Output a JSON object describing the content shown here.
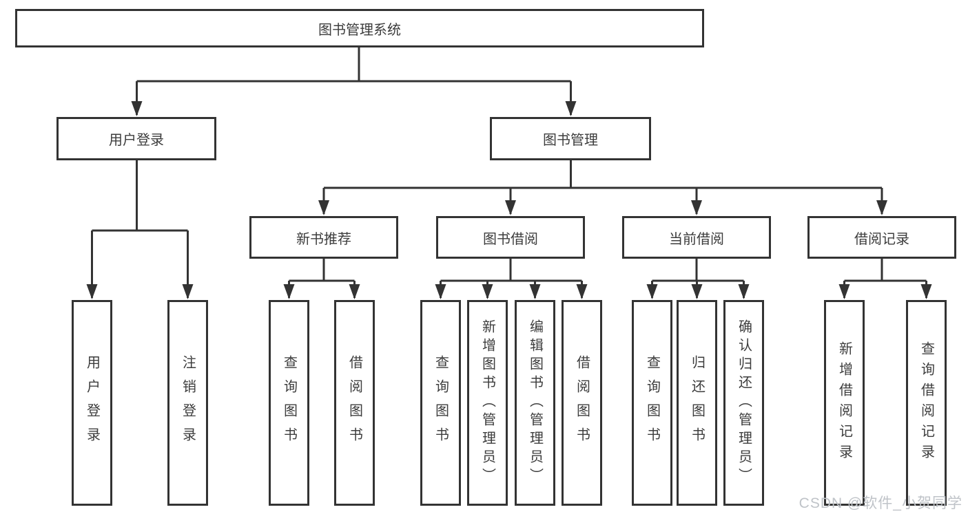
{
  "colors": {
    "line": "#333333",
    "text": "#3c3c3c",
    "watermark": "#bfc3c8"
  },
  "watermark": {
    "text": "CSDN @软件_小贺同学"
  },
  "tree": {
    "root": {
      "label": "图书管理系统",
      "children": [
        {
          "label": "用户登录",
          "children": [
            {
              "label": "用户登录"
            },
            {
              "label": "注销登录"
            }
          ]
        },
        {
          "label": "图书管理",
          "children": [
            {
              "label": "新书推荐",
              "children": [
                {
                  "label": "查询图书"
                },
                {
                  "label": "借阅图书"
                }
              ]
            },
            {
              "label": "图书借阅",
              "children": [
                {
                  "label": "查询图书"
                },
                {
                  "label": "新增图书（管理员）"
                },
                {
                  "label": "编辑图书（管理员）"
                },
                {
                  "label": "借阅图书"
                }
              ]
            },
            {
              "label": "当前借阅",
              "children": [
                {
                  "label": "查询图书"
                },
                {
                  "label": "归还图书"
                },
                {
                  "label": "确认归还（管理员）"
                }
              ]
            },
            {
              "label": "借阅记录",
              "children": [
                {
                  "label": "新增借阅记录"
                },
                {
                  "label": "查询借阅记录"
                }
              ]
            }
          ]
        }
      ]
    }
  }
}
